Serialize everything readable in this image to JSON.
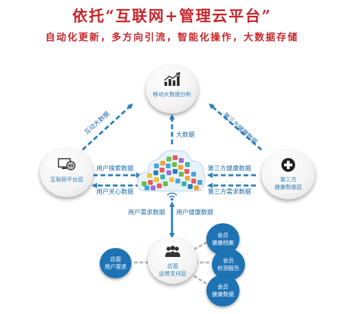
{
  "header": {
    "title": "依托“互联网+管理云平台”",
    "subtitle": "自动化更新，多方向引流，智能化操作，大数据存储"
  },
  "nodes": {
    "top": "移动大数据分析",
    "left": "互联网平台层",
    "right_line1": "第三方",
    "right_line2": "健康数据层",
    "bottom_line1": "店面",
    "bottom_line2": "运营支持层"
  },
  "bubbles": {
    "store_demand_1": "店面",
    "store_demand_2": "用户需求",
    "member_archive_1": "会员",
    "member_archive_2": "健康档案",
    "member_report_1": "会员",
    "member_report_2": "检测报告",
    "member_health_1": "会员",
    "member_health_2": "健康数据"
  },
  "edges": {
    "interactive_big_data": "互动大数据",
    "third_party_health_diag": "第三方健康数据",
    "big_data": "大数据",
    "user_search_data": "用户搜索数据",
    "user_attention_data": "用户关心数据",
    "third_party_health_data": "第三方健康数据",
    "third_party_demand_data": "第三方需求数据",
    "user_demand_data": "用户需求数据",
    "user_health_data": "用户健康数据"
  },
  "colors": {
    "title_red": "#c9252b",
    "arrow_blue": "#2d7fb9",
    "bubble_blue": "#1e73b4"
  }
}
